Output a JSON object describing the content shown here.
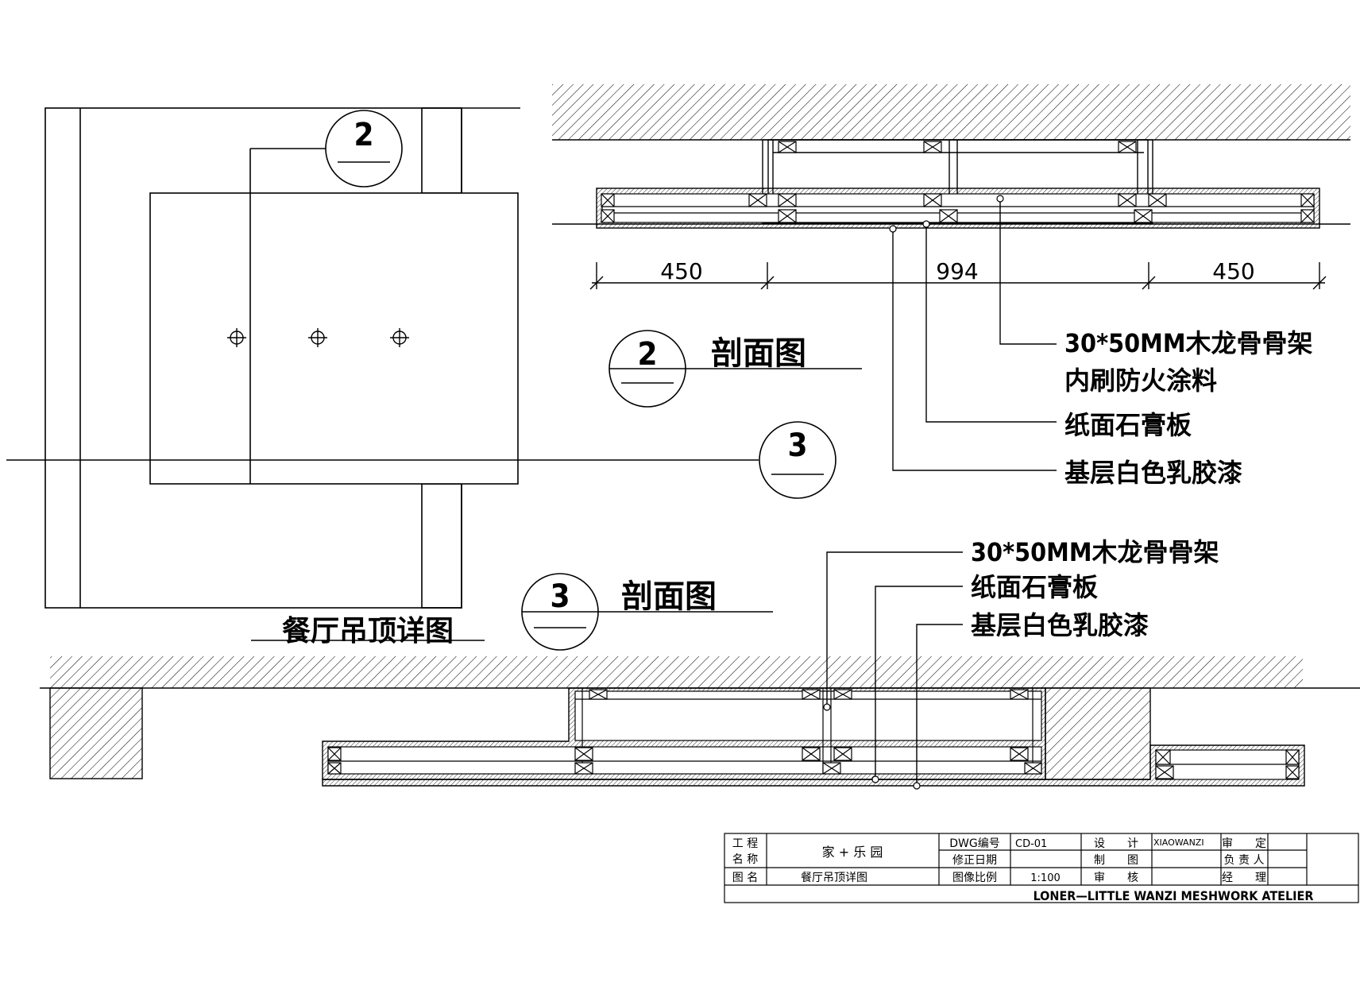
{
  "plan": {
    "title": "餐厅吊顶详图",
    "markers": [
      "2",
      "3"
    ]
  },
  "section_2": {
    "number": "2",
    "title": "剖面图",
    "dimensions": [
      "450",
      "994",
      "450"
    ],
    "callouts": [
      "30*50MM木龙骨骨架",
      "内刷防火涂料",
      "纸面石膏板",
      "基层白色乳胶漆"
    ]
  },
  "section_3": {
    "number": "3",
    "title": "剖面图",
    "callouts": [
      "30*50MM木龙骨骨架",
      "纸面石膏板",
      "基层白色乳胶漆"
    ]
  },
  "title_block": {
    "project_label": "工 程\n名 称",
    "project_name": "家 + 乐 园",
    "drawing_label": "图 名",
    "drawing_name": "餐厅吊顶详图",
    "dwg_no_label": "DWG编号",
    "dwg_no": "CD-01",
    "revision_label": "修正日期",
    "scale_label": "图像比例",
    "scale": "1:100",
    "design_label": "设　　计",
    "designer": "XIAOWANZI",
    "drafting_label": "制　　图",
    "review_label": "审　　核",
    "approve_label": "审　　定",
    "charge_label": "负 责 人",
    "manager_label": "经　　理",
    "studio": "LONER—LITTLE WANZI MESHWORK ATELIER"
  }
}
